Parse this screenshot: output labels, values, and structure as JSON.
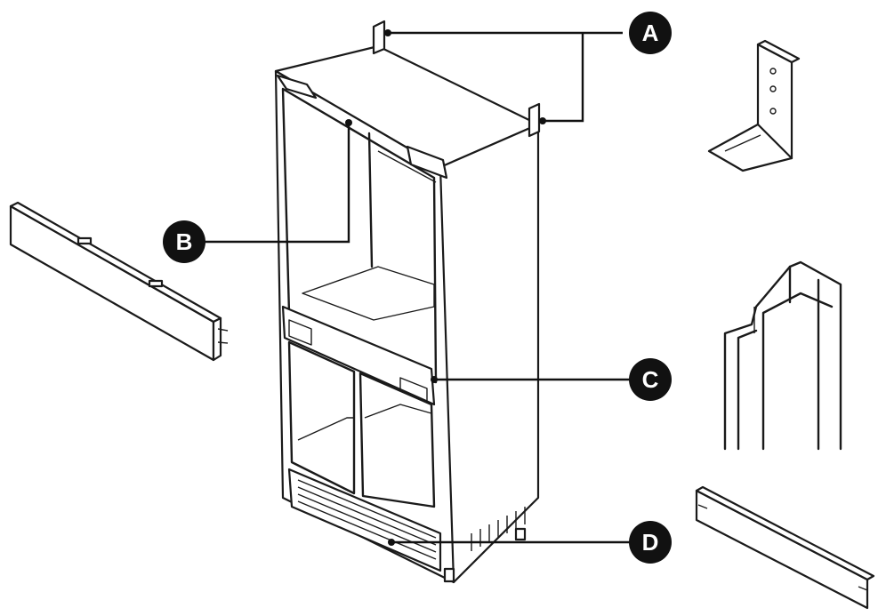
{
  "callouts": [
    {
      "id": "A",
      "label": "A"
    },
    {
      "id": "B",
      "label": "B"
    },
    {
      "id": "C",
      "label": "C"
    },
    {
      "id": "D",
      "label": "D"
    }
  ],
  "colors": {
    "ink": "#111111",
    "background": "#ffffff",
    "badge_text": "#ffffff"
  }
}
